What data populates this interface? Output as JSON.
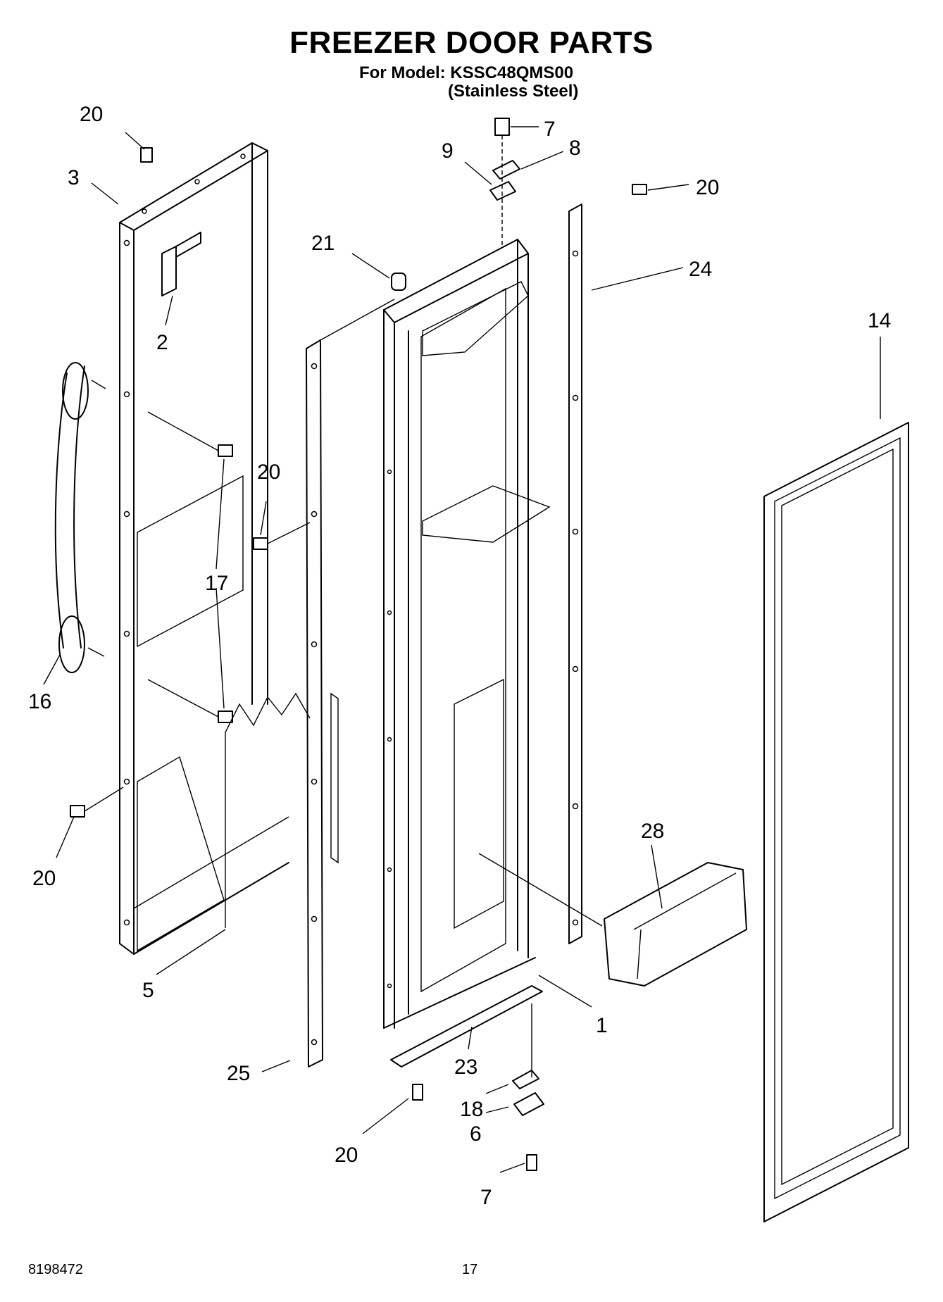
{
  "header": {
    "title": "FREEZER DOOR PARTS",
    "model_line": "For Model: KSSC48QMS00",
    "finish_line": "(Stainless Steel)"
  },
  "footer": {
    "doc_number": "8198472",
    "page_number": "17"
  },
  "callouts": {
    "c1": "20",
    "c2": "3",
    "c3": "2",
    "c4": "20",
    "c5": "17",
    "c6": "16",
    "c7": "20",
    "c8": "5",
    "c9": "25",
    "c10": "21",
    "c11": "9",
    "c12": "7",
    "c13": "8",
    "c14": "20",
    "c15": "24",
    "c16": "14",
    "c17": "28",
    "c18": "1",
    "c19": "23",
    "c20": "18",
    "c21": "6",
    "c22": "20",
    "c23": "7"
  }
}
